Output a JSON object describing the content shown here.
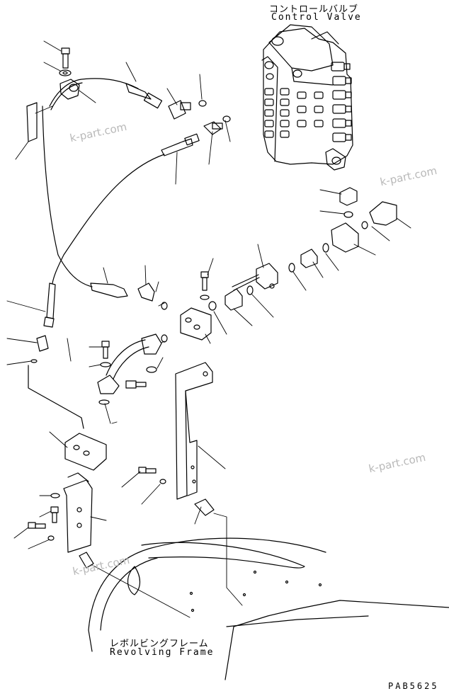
{
  "labels": {
    "control_valve_jp": "コントロールバルブ",
    "control_valve_en": "Control Valve",
    "revolving_frame_jp": "レボルビングフレーム",
    "revolving_frame_en": "Revolving Frame",
    "drawing_code": "PAB5625"
  },
  "watermarks": [
    "k-part.com",
    "k-part.com",
    "k-part.com",
    "k-part.com"
  ],
  "colors": {
    "line": "#000000",
    "watermark": "#b9b9b9",
    "background": "#ffffff"
  }
}
